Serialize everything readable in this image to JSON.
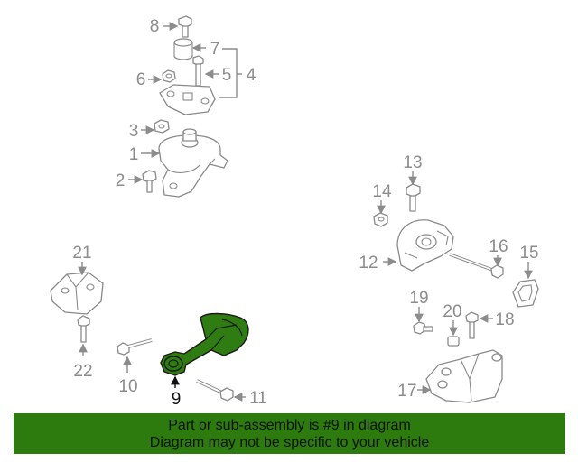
{
  "callouts": {
    "c1": "1",
    "c2": "2",
    "c3": "3",
    "c4": "4",
    "c5": "5",
    "c6": "6",
    "c7": "7",
    "c8": "8",
    "c9": "9",
    "c10": "10",
    "c11": "11",
    "c12": "12",
    "c13": "13",
    "c14": "14",
    "c15": "15",
    "c16": "16",
    "c17": "17",
    "c18": "18",
    "c19": "19",
    "c20": "20",
    "c21": "21",
    "c22": "22"
  },
  "highlighted_part": "9",
  "colors": {
    "highlight_fill": "#2f7d12",
    "banner_bg": "#2d7a0f",
    "callout_gray": "#8c8c8c"
  },
  "banner": {
    "line1": "Part or sub-assembly is #9 in diagram",
    "line2": "Diagram may not be specific to your vehicle"
  }
}
